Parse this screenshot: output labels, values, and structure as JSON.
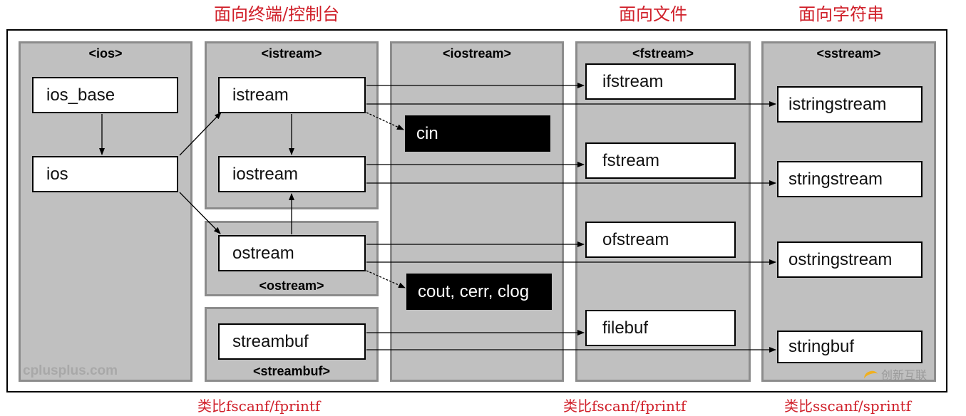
{
  "headings": {
    "console": "面向终端/控制台",
    "file": "面向文件",
    "string": "面向字符串"
  },
  "captions": {
    "console": "类比fscanf/fprintf",
    "file": "类比fscanf/fprintf",
    "string": "类比sscanf/sprintf"
  },
  "panels": {
    "ios": "<ios>",
    "istream": "<istream>",
    "ostream": "<ostream>",
    "streambuf": "<streambuf>",
    "iostream": "<iostream>",
    "fstream": "<fstream>",
    "sstream": "<sstream>"
  },
  "classes": {
    "ios_base": "ios_base",
    "ios": "ios",
    "istream": "istream",
    "iostream": "iostream",
    "ostream": "ostream",
    "streambuf": "streambuf",
    "ifstream": "ifstream",
    "fstream": "fstream",
    "ofstream": "ofstream",
    "filebuf": "filebuf",
    "istringstream": "istringstream",
    "stringstream": "stringstream",
    "ostringstream": "ostringstream",
    "stringbuf": "stringbuf"
  },
  "objects": {
    "cin": "cin",
    "cout": "cout, cerr, clog"
  },
  "site_watermark": "cplusplus.com",
  "corner_watermark": "创新互联",
  "colors": {
    "heading": "#d0202a",
    "panel_fill": "#c0c0c0",
    "panel_border": "#8c8c8c"
  }
}
